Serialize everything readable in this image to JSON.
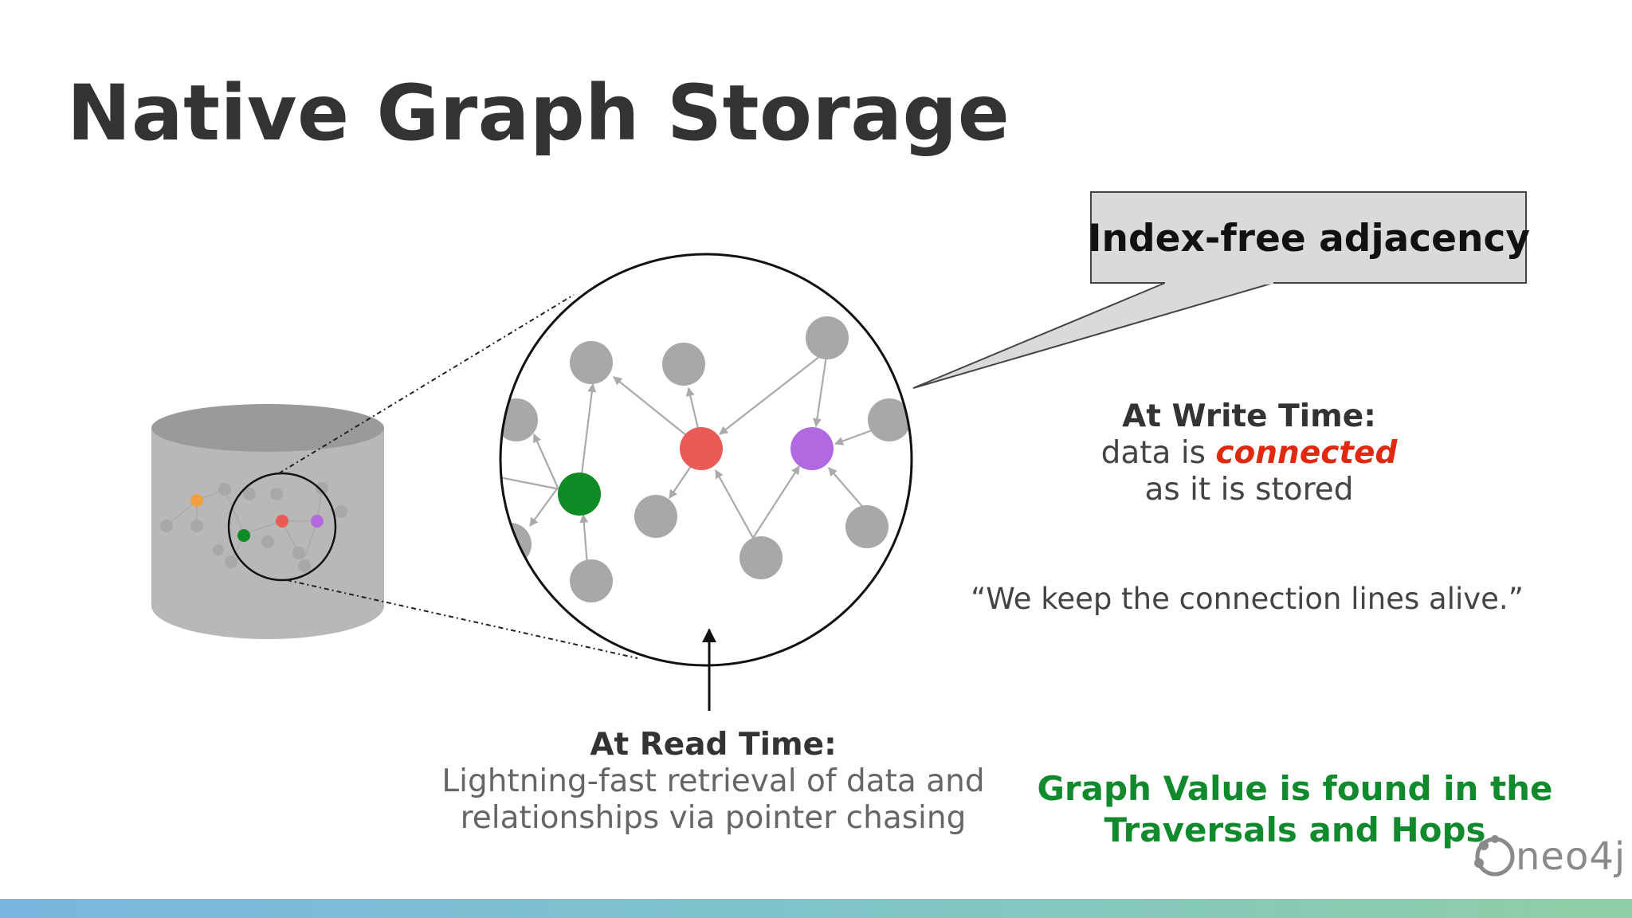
{
  "slide": {
    "title": "Native Graph Storage",
    "callout": "Index-free adjacency",
    "write_time": {
      "heading": "At Write Time:",
      "line1_prefix": "data is ",
      "line1_emphasis": "connected",
      "line2": "as it is stored"
    },
    "quote": "“We keep the connection lines alive.”",
    "read_time": {
      "heading": "At Read Time:",
      "line1": "Lightning-fast retrieval of data and",
      "line2": "relationships via pointer chasing"
    },
    "graph_value": {
      "line1": "Graph Value is found in the",
      "line2": "Traversals and Hops"
    },
    "logo_text": "neo4j"
  },
  "colors": {
    "node_gray": "#a6a8a9",
    "node_green": "#0f8a25",
    "node_red": "#ea5a57",
    "node_purple": "#b069e0",
    "node_orange": "#f0a040",
    "accent_red": "#e0290f",
    "value_green": "#118a2d"
  },
  "icons": [
    "neo4j-logo-icon",
    "database-cylinder-icon",
    "magnifier-circle-icon",
    "arrow-up-icon"
  ]
}
